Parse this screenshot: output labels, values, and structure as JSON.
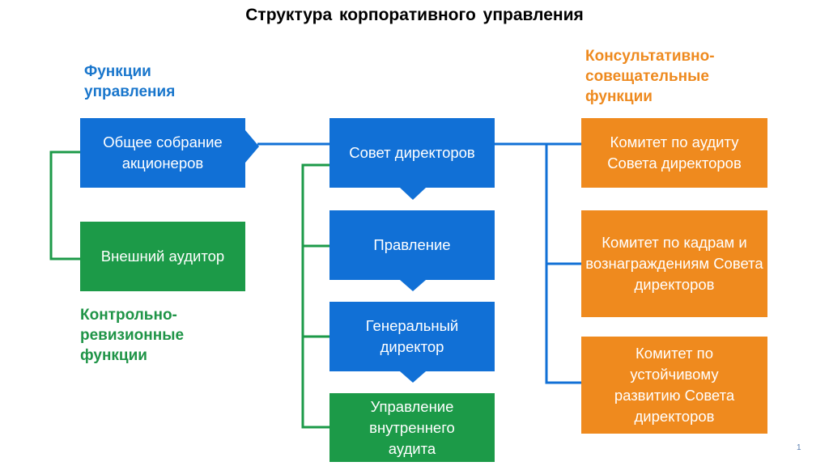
{
  "title": "Структура корпоративного управления",
  "sections": {
    "management": "Функции управления",
    "control": "Контрольно-ревизионные функции",
    "advisory": "Консультативно-совещательные функции"
  },
  "boxes": {
    "general_meeting": "Общее собрание акционеров",
    "external_auditor": "Внешний аудитор",
    "board": "Совет директоров",
    "management_board": "Правление",
    "ceo": "Генеральный директор",
    "internal_audit": "Управление внутреннего аудита",
    "audit_committee": "Комитет по аудиту Совета директоров",
    "hr_committee": "Комитет по кадрам и вознаграждениям Совета директоров",
    "sustainability_committee": "Комитет по устойчивому развитию Совета директоров"
  },
  "colors": {
    "management": "#1170d6",
    "control": "#1c9a48",
    "advisory": "#ef8a1e"
  },
  "page_number": "1"
}
